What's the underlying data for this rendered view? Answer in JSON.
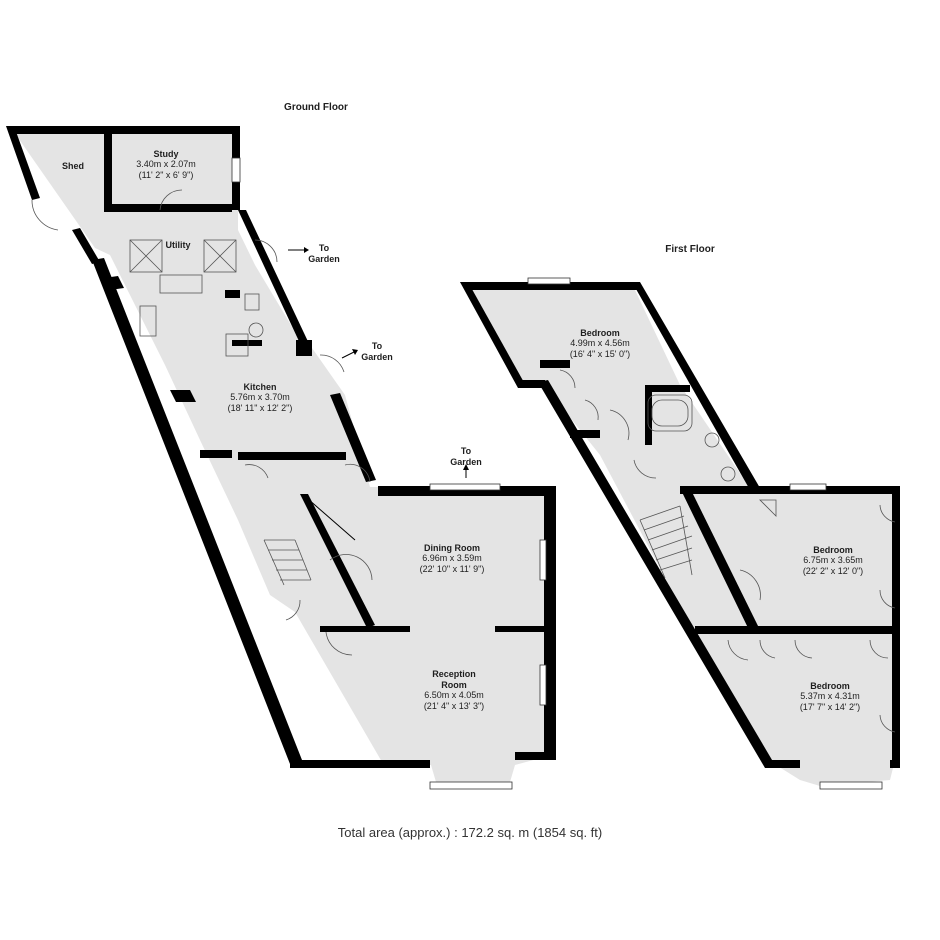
{
  "ground_floor": {
    "title": "Ground Floor",
    "rooms": {
      "shed": {
        "name": "Shed"
      },
      "study": {
        "name": "Study",
        "dims_m": "3.40m x 2.07m",
        "dims_ft": "(11' 2\" x 6' 9\")"
      },
      "utility": {
        "name": "Utility"
      },
      "kitchen": {
        "name": "Kitchen",
        "dims_m": "5.76m x 3.70m",
        "dims_ft": "(18' 11\" x 12' 2\")"
      },
      "dining": {
        "name": "Dining Room",
        "dims_m": "6.96m x 3.59m",
        "dims_ft": "(22' 10\" x 11' 9\")"
      },
      "reception": {
        "name_line1": "Reception",
        "name_line2": "Room",
        "dims_m": "6.50m x 4.05m",
        "dims_ft": "(21' 4\" x 13' 3\")"
      }
    },
    "exits": [
      {
        "line1": "To",
        "line2": "Garden"
      },
      {
        "line1": "To",
        "line2": "Garden"
      },
      {
        "line1": "To",
        "line2": "Garden"
      }
    ]
  },
  "first_floor": {
    "title": "First Floor",
    "rooms": {
      "bed1": {
        "name": "Bedroom",
        "dims_m": "4.99m x 4.56m",
        "dims_ft": "(16' 4\" x 15' 0\")"
      },
      "bed2": {
        "name": "Bedroom",
        "dims_m": "6.75m x 3.65m",
        "dims_ft": "(22' 2\" x 12' 0\")"
      },
      "bed3": {
        "name": "Bedroom",
        "dims_m": "5.37m x 4.31m",
        "dims_ft": "(17' 7\" x 14' 2\")"
      }
    }
  },
  "total_area": "Total area (approx.) : 172.2 sq. m (1854 sq. ft)",
  "colors": {
    "floor": "#e4e4e4",
    "wall": "#000000",
    "background": "#ffffff"
  }
}
